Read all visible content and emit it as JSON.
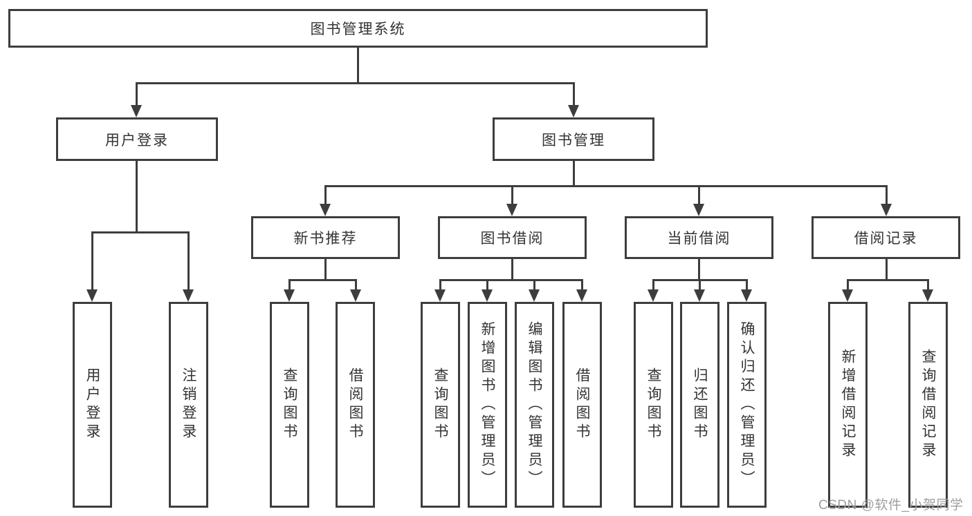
{
  "diagram": {
    "root": {
      "label": "图书管理系统"
    },
    "branches": [
      {
        "label": "用户登录",
        "children": [
          {
            "label": "用户登录"
          },
          {
            "label": "注销登录"
          }
        ]
      },
      {
        "label": "图书管理",
        "children": [
          {
            "label": "新书推荐",
            "children": [
              {
                "label": "查询图书"
              },
              {
                "label": "借阅图书"
              }
            ]
          },
          {
            "label": "图书借阅",
            "children": [
              {
                "label": "查询图书"
              },
              {
                "label": "新增图书（管理员）"
              },
              {
                "label": "编辑图书（管理员）"
              },
              {
                "label": "借阅图书"
              }
            ]
          },
          {
            "label": "当前借阅",
            "children": [
              {
                "label": "查询图书"
              },
              {
                "label": "归还图书"
              },
              {
                "label": "确认归还（管理员）"
              }
            ]
          },
          {
            "label": "借阅记录",
            "children": [
              {
                "label": "新增借阅记录"
              },
              {
                "label": "查询借阅记录"
              }
            ]
          }
        ]
      }
    ]
  },
  "watermark": {
    "text": "CSDN @软件_小贺同学"
  },
  "colors": {
    "line": "#3d3d3d",
    "text": "#333333",
    "watermark": "#9e9e9e",
    "background": "#ffffff"
  }
}
